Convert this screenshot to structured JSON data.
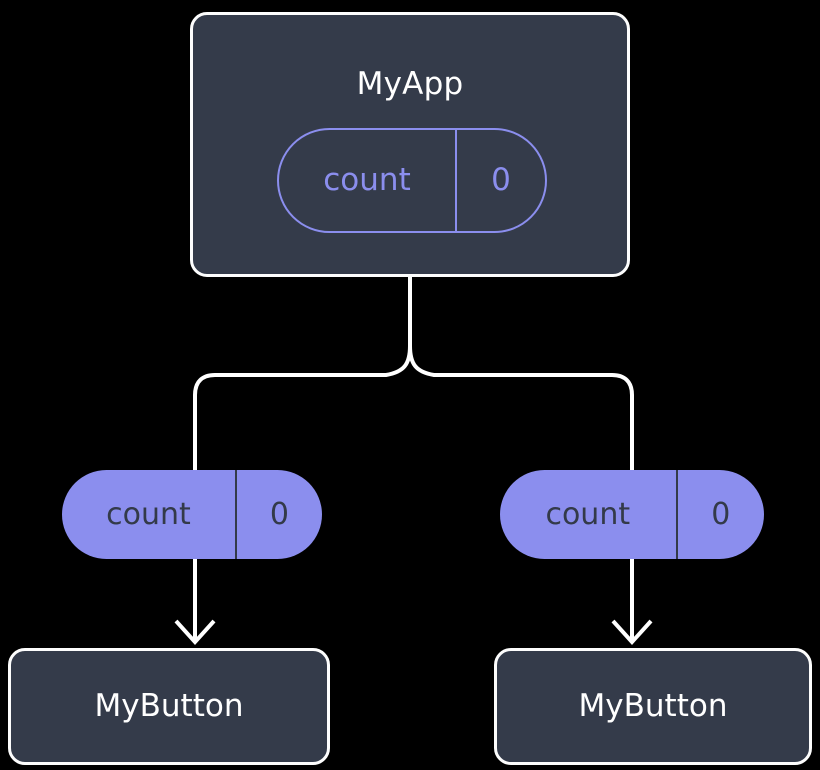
{
  "diagram": {
    "kind": "widget-state-tree",
    "background_color": "#000000"
  },
  "colors": {
    "background": "#000000",
    "node_fill": "#343b4a",
    "node_border": "#fdfdfd",
    "node_text": "#ffffff",
    "state_accent": "#8b8eee",
    "state_text_on_fill": "#333a49",
    "edge": "#ffffff"
  },
  "root": {
    "title": "MyApp",
    "state": {
      "key": "count",
      "value": "0",
      "style": "outlined"
    }
  },
  "branches": [
    {
      "state": {
        "key": "count",
        "value": "0",
        "style": "filled"
      },
      "leaf": {
        "title": "MyButton"
      }
    },
    {
      "state": {
        "key": "count",
        "value": "0",
        "style": "filled"
      },
      "leaf": {
        "title": "MyButton"
      }
    }
  ],
  "edges": {
    "trunk_label": "root-to-fork",
    "fork_label": "fork-branch",
    "arrow_left_label": "state-to-leaf-left",
    "arrow_right_label": "state-to-leaf-right"
  }
}
